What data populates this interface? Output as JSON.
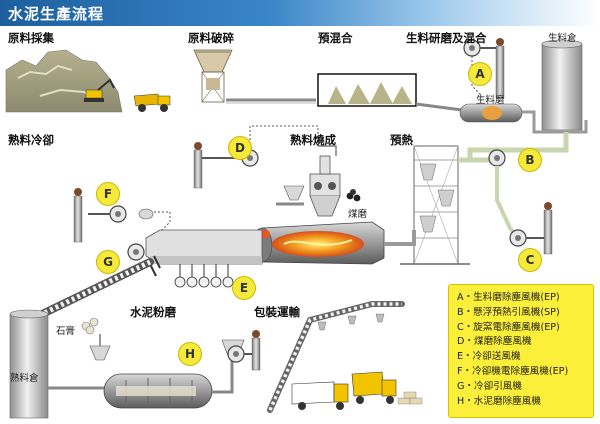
{
  "header": {
    "title": "水泥生產流程"
  },
  "stages": {
    "raw_material_mining": "原料採集",
    "raw_material_crushing": "原料破碎",
    "pre_blending": "預混合",
    "raw_grinding_mixing": "生料研磨及混合",
    "clinker_cooling": "熟料冷卻",
    "clinker_burning": "熟料燒成",
    "preheating": "預熱",
    "cement_grinding": "水泥粉磨",
    "packing_shipping": "包裝運輸"
  },
  "labels": {
    "raw_meal_silo": "生料倉",
    "raw_mill": "生料磨",
    "coal_mill": "煤磨",
    "gypsum": "石膏",
    "clinker_silo": "熟料倉"
  },
  "badges": [
    "A",
    "B",
    "C",
    "D",
    "E",
    "F",
    "G",
    "H"
  ],
  "legend": [
    "A・生料磨除塵風機(EP)",
    "B・懸浮預熱引風機(SP)",
    "C・旋窯電除塵風機(EP)",
    "D・煤磨除塵風機",
    "E・冷卻送風機",
    "F・冷卻機電除塵風機(EP)",
    "G・冷卻引風機",
    "H・水泥磨除塵風機"
  ],
  "colors": {
    "header_blue": "#1d5f9e",
    "badge_yellow": "#f5e93a",
    "legend_yellow": "#fcef3a",
    "kiln_flame": "#e8551e",
    "equipment_gray": "#a8a8a8"
  }
}
